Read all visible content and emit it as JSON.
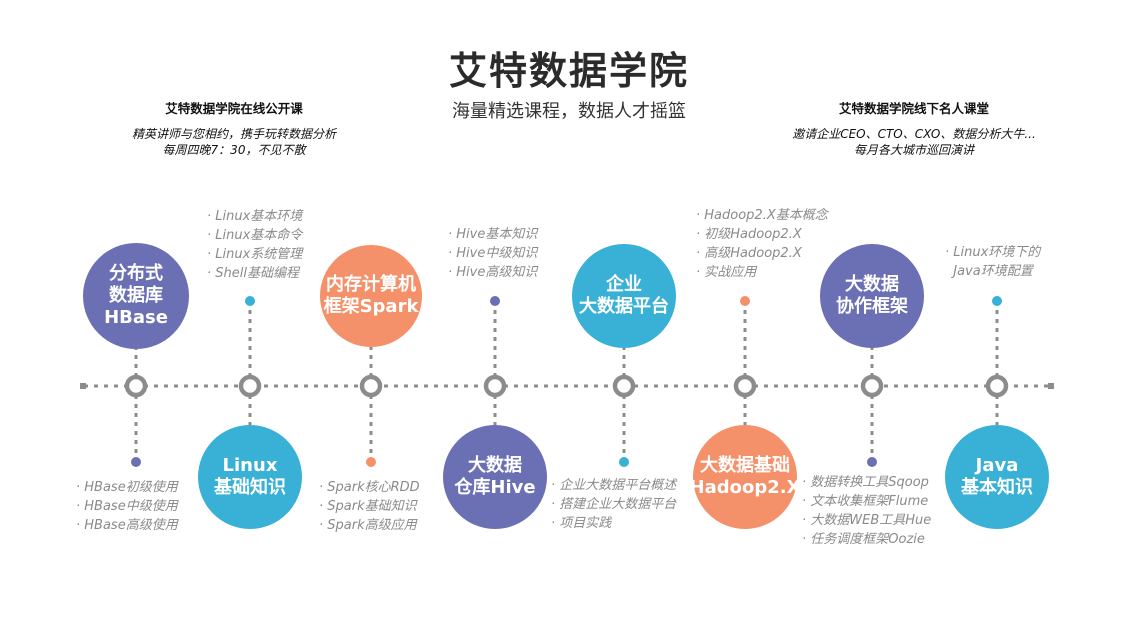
{
  "header": {
    "title": "艾特数据学院",
    "subtitle": "海量精选课程，数据人才摇篮"
  },
  "left_block": {
    "heading": "艾特数据学院在线公开课",
    "lines": [
      "精英讲师与您相约，携手玩转数据分析",
      "每周四晚7：30，不见不散"
    ]
  },
  "right_block": {
    "heading": "艾特数据学院线下名人课堂",
    "lines": [
      "邀请企业CEO、CTO、CXO、数据分析大牛...",
      "每月各大城市巡回演讲"
    ]
  },
  "colors": {
    "purple": "#6b6fb3",
    "blue": "#39b0d6",
    "orange": "#f5916a",
    "line": "#8c8c8c"
  },
  "nodes": [
    {
      "title": [
        "分布式",
        "数据库",
        "HBase"
      ],
      "color": "purple",
      "bullets": [
        "· HBase初级使用",
        "· HBase中级使用",
        "· HBase高级使用"
      ]
    },
    {
      "title": [
        "Linux",
        "基础知识"
      ],
      "color": "blue",
      "bullets": [
        "· Linux基本环境",
        "· Linux基本命令",
        "· Linux系统管理",
        "· Shell基础编程"
      ]
    },
    {
      "title": [
        "内存计算机",
        "框架Spark"
      ],
      "color": "orange",
      "bullets": [
        "· Spark核心RDD",
        "· Spark基础知识",
        "· Spark高级应用"
      ]
    },
    {
      "title": [
        "大数据",
        "仓库Hive"
      ],
      "color": "purple",
      "bullets": [
        "· Hive基本知识",
        "· Hive中级知识",
        "· Hive高级知识"
      ]
    },
    {
      "title": [
        "企业",
        "大数据平台"
      ],
      "color": "blue",
      "bullets": [
        "· 企业大数据平台概述",
        "· 搭建企业大数据平台",
        "· 项目实践"
      ]
    },
    {
      "title": [
        "大数据基础",
        "Hadoop2.X"
      ],
      "color": "orange",
      "bullets": [
        "· Hadoop2.X基本概念",
        "· 初级Hadoop2.X",
        "· 高级Hadoop2.X",
        "· 实战应用"
      ]
    },
    {
      "title": [
        "大数据",
        "协作框架"
      ],
      "color": "purple",
      "bullets": [
        "· 数据转换工具Sqoop",
        "· 文本收集框架Flume",
        "· 大数据WEB工具Hue",
        "· 任务调度框架Oozie"
      ]
    },
    {
      "title": [
        "Java",
        "基本知识"
      ],
      "color": "blue",
      "bullets": [
        "· Linux环境下的",
        "  Java环境配置"
      ]
    }
  ]
}
